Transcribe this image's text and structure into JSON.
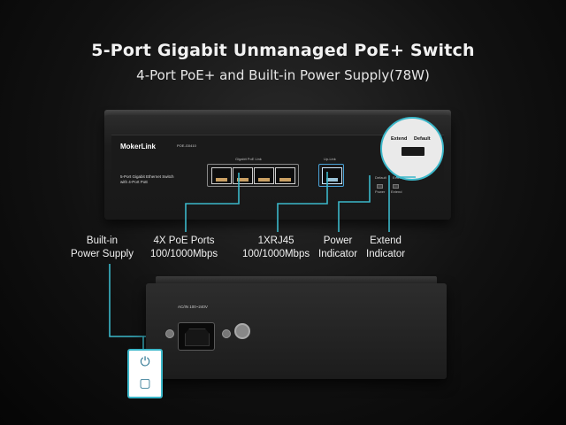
{
  "header": {
    "title": "5-Port Gigabit Unmanaged PoE+ Switch",
    "subtitle": "4-Port  PoE+ and Built-in Power Supply(78W)"
  },
  "front_panel": {
    "brand": "MokerLink",
    "model": "POE-G0410",
    "description_line1": "5-Port Gigabit Ethernet Switch",
    "description_line2": "with 4-Port PoE",
    "poe_group_label": "Gigabit PoE Link",
    "uplink_group_label": "Up-Link",
    "power_led_label": "Power",
    "extend_led_label": "Extend",
    "switch_left_label": "Default",
    "switch_right_label": "Extend"
  },
  "zoom": {
    "extend_label": "Extend",
    "default_label": "Default"
  },
  "callouts": {
    "power_supply": [
      "Built-in",
      "Power Supply"
    ],
    "poe_ports": [
      "4X PoE Ports",
      "100/1000Mbps"
    ],
    "rj45": [
      "1XRJ45",
      "100/1000Mbps"
    ],
    "power_indicator": [
      "Power",
      "Indicator"
    ],
    "extend_indicator": [
      "Extend",
      "Indicator"
    ]
  },
  "back_panel": {
    "ac_input_label": "AC/IN 100~240V"
  },
  "colors": {
    "accent": "#3bb7c9",
    "port_contacts": "#caa063",
    "uplink_frame": "#4aa3d8"
  },
  "icons": [
    "power-plug-icon",
    "wall-outlet-icon",
    "ground-icon"
  ]
}
